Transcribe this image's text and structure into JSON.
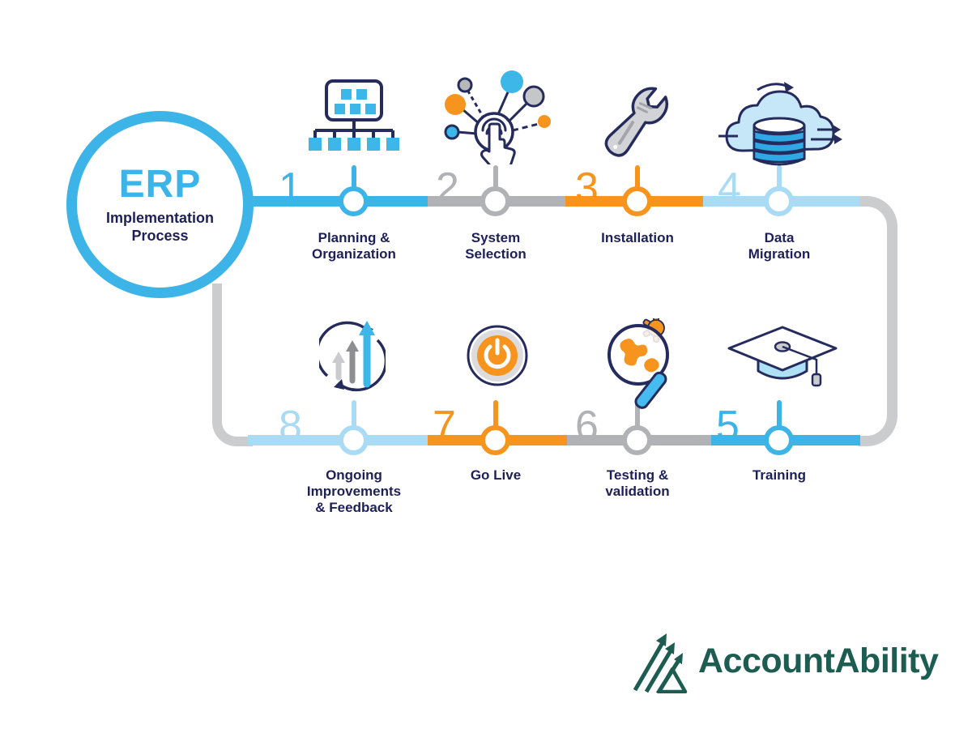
{
  "hub": {
    "title": "ERP",
    "subtitle_lines": [
      "Implementation",
      "Process"
    ]
  },
  "steps": [
    {
      "number": "1.",
      "color": "#3CB4E8",
      "icon": "org-chart-icon",
      "label_lines": [
        "Planning &",
        "Organization"
      ]
    },
    {
      "number": "2.",
      "color": "#B1B2B5",
      "icon": "system-selection-icon",
      "label_lines": [
        "System",
        "Selection"
      ]
    },
    {
      "number": "3.",
      "color": "#F7941E",
      "icon": "wrench-icon",
      "label_lines": [
        "Installation"
      ]
    },
    {
      "number": "4.",
      "color": "#A9DCF4",
      "icon": "cloud-database-icon",
      "label_lines": [
        "Data",
        "Migration"
      ]
    },
    {
      "number": "5.",
      "color": "#3CB4E8",
      "icon": "graduation-cap-icon",
      "label_lines": [
        "Training"
      ]
    },
    {
      "number": "6.",
      "color": "#B1B2B5",
      "icon": "magnifier-gear-icon",
      "label_lines": [
        "Testing &",
        "validation"
      ]
    },
    {
      "number": "7.",
      "color": "#F7941E",
      "icon": "power-button-icon",
      "label_lines": [
        "Go Live"
      ]
    },
    {
      "number": "8.",
      "color": "#A9DCF4",
      "icon": "cycle-arrows-icon",
      "label_lines": [
        "Ongoing",
        "Improvements",
        "& Feedback"
      ]
    }
  ],
  "logo": {
    "text": "AccountAbility",
    "color": "#1D5C50"
  },
  "colors": {
    "blue": "#3CB4E8",
    "light_blue": "#A9DCF4",
    "gray": "#B1B2B5",
    "connector_gray": "#CBCCCE",
    "orange": "#F7941E",
    "navy": "#1D2058",
    "icon_outline": "#252B5C",
    "logo_green": "#1D5C50"
  }
}
